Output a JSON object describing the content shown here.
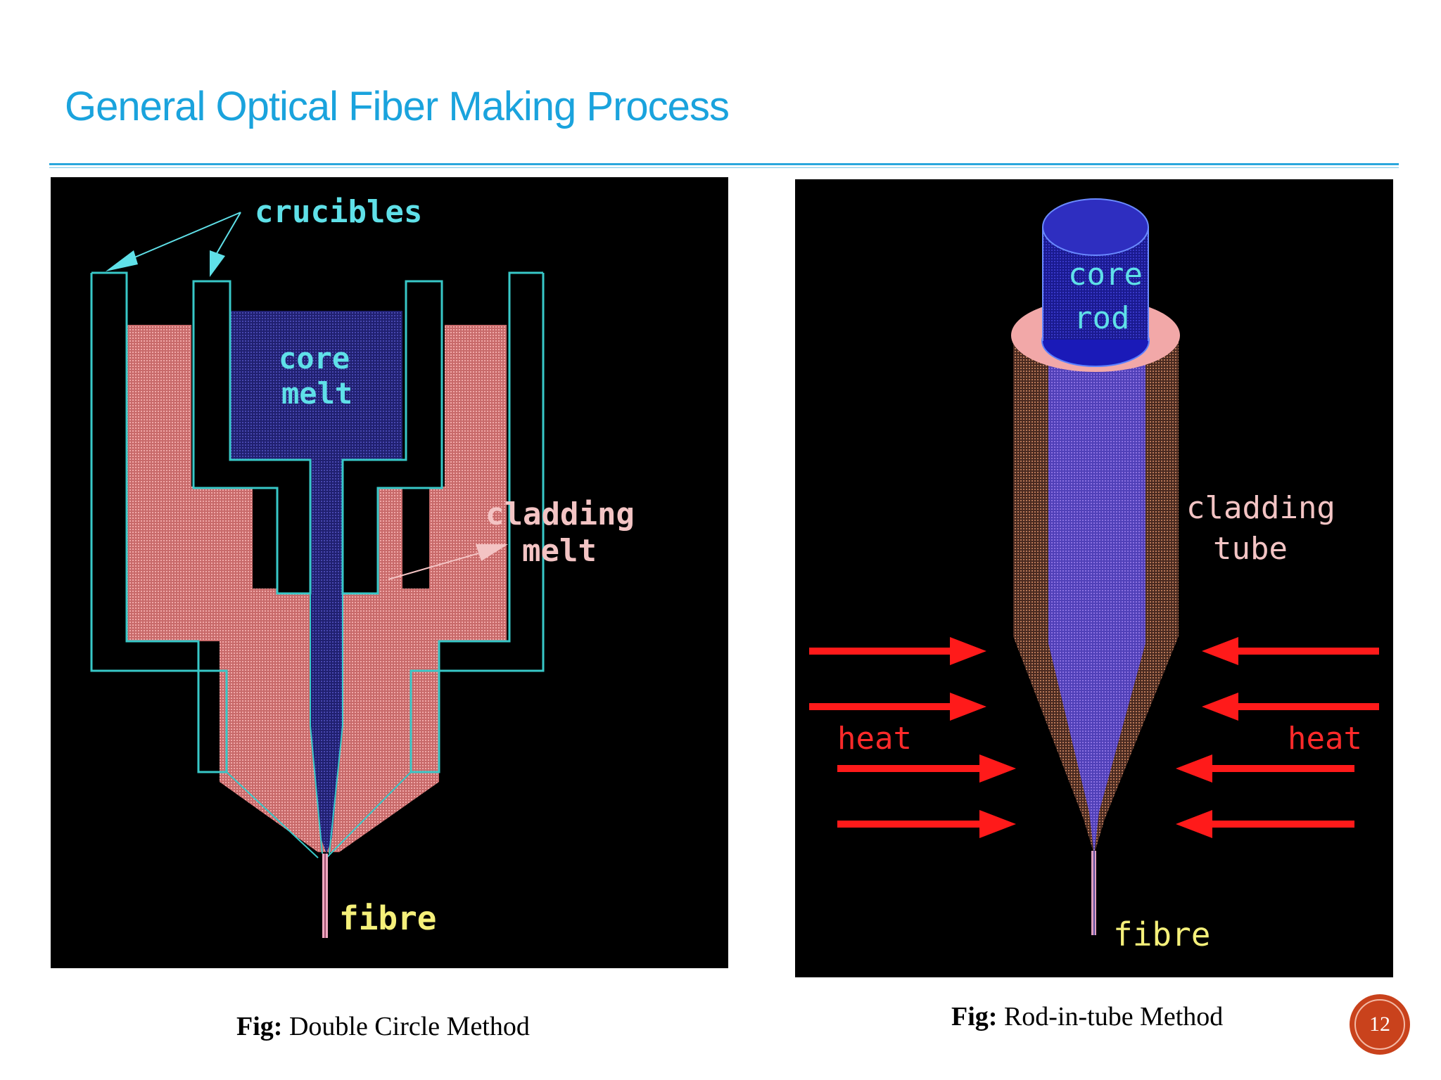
{
  "slide": {
    "title": "General Optical Fiber Making Process",
    "page_number": "12"
  },
  "figure_left": {
    "labels": {
      "crucibles": "crucibles",
      "core_melt_1": "core",
      "core_melt_2": "melt",
      "cladding_melt_1": "cladding",
      "cladding_melt_2": "melt",
      "fibre": "fibre"
    },
    "caption_prefix": "Fig:",
    "caption_text": " Double Circle Method"
  },
  "figure_right": {
    "labels": {
      "core_rod_1": "core",
      "core_rod_2": "rod",
      "cladding_tube_1": "cladding",
      "cladding_tube_2": "tube",
      "heat_left": "heat",
      "heat_right": "heat",
      "fibre": "fibre"
    },
    "caption_prefix": "Fig:",
    "caption_text": " Rod-in-tube Method"
  },
  "colors": {
    "title": "#1aa3dd",
    "cladding": "#e07a7a",
    "core": "#2a2a8a",
    "crucible_outline": "#38c8c8",
    "label_cyan": "#5fe0e8",
    "label_pink": "#f3c4c4",
    "label_yellow": "#f5f07a",
    "heat_red": "#ff1a1a",
    "badge": "#c9421c"
  }
}
